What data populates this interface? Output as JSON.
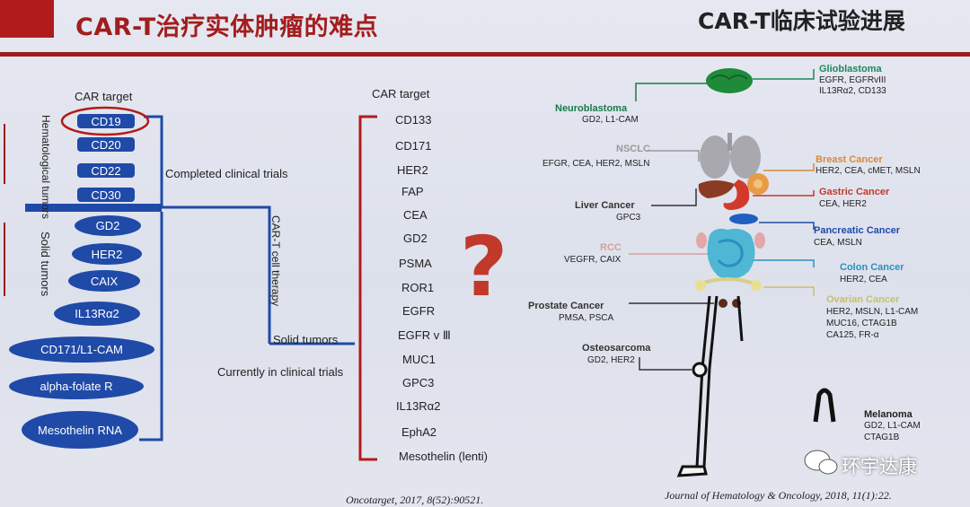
{
  "header": {
    "left_title": "CAR-T治疗实体肿瘤的难点",
    "right_title": "CAR-T临床试验进展"
  },
  "left_panel": {
    "car_target_label": "CAR target",
    "hematological_label": "Hematological tumors",
    "solid_label": "Solid tumors",
    "hematological_targets": [
      "CD19",
      "CD20",
      "CD22",
      "CD30"
    ],
    "solid_targets": [
      "GD2",
      "HER2",
      "CAIX",
      "IL13Rα2",
      "CD171/L1-CAM",
      "alpha-folate R",
      "Mesothelin RNA"
    ],
    "completed_label": "Completed clinical trials",
    "cart_therapy_label": "CAR-T cell therapy",
    "solid_tumors_label": "Solid tumors",
    "current_trials_label": "Currently in clinical trials",
    "car_target_label_2": "CAR target",
    "trial_targets": [
      "CD133",
      "CD171",
      "HER2",
      "FAP",
      "CEA",
      "GD2",
      "PSMA",
      "ROR1",
      "EGFR",
      "EGFR v Ⅲ",
      "MUC1",
      "GPC3",
      "IL13Rα2",
      "EphA2",
      "Mesothelin (lenti)"
    ],
    "question_mark": "?",
    "citation": "Oncotarget, 2017, 8(52):90521."
  },
  "right_panel": {
    "cancers": [
      {
        "name": "Glioblastoma",
        "targets": [
          "EGFR, EGFRvIII",
          "IL13Rα2, CD133"
        ],
        "color": "#1a8a5a"
      },
      {
        "name": "Neuroblastoma",
        "targets": [
          "GD2, L1-CAM"
        ],
        "color": "#1a7a4a"
      },
      {
        "name": "NSCLC",
        "targets": [
          "EFGR, CEA, HER2, MSLN"
        ],
        "color": "#999999"
      },
      {
        "name": "Breast Cancer",
        "targets": [
          "HER2, CEA, cMET, MSLN"
        ],
        "color": "#d68a3a"
      },
      {
        "name": "Liver Cancer",
        "targets": [
          "GPC3"
        ],
        "color": "#333333"
      },
      {
        "name": "Gastric Cancer",
        "targets": [
          "CEA, HER2"
        ],
        "color": "#c0392b"
      },
      {
        "name": "Pancreatic Cancer",
        "targets": [
          "CEA, MSLN"
        ],
        "color": "#1f4aa8"
      },
      {
        "name": "RCC",
        "targets": [
          "VEGFR, CAIX"
        ],
        "color": "#d9a0a0"
      },
      {
        "name": "Colon Cancer",
        "targets": [
          "HER2, CEA"
        ],
        "color": "#2a8fc0"
      },
      {
        "name": "Prostate Cancer",
        "targets": [
          "PMSA, PSCA"
        ],
        "color": "#333333"
      },
      {
        "name": "Ovarian Cancer",
        "targets": [
          "HER2, MSLN, L1-CAM",
          "MUC16, CTAG1B",
          "CA125, FR-α"
        ],
        "color": "#c8c06a"
      },
      {
        "name": "Osteosarcoma",
        "targets": [
          "GD2, HER2"
        ],
        "color": "#333333"
      },
      {
        "name": "Melanoma",
        "targets": [
          "GD2, L1-CAM",
          "CTAG1B"
        ],
        "color": "#222222"
      }
    ],
    "watermark": "环宇达康",
    "citation": "Journal of Hematology & Oncology, 2018, 11(1):22."
  }
}
